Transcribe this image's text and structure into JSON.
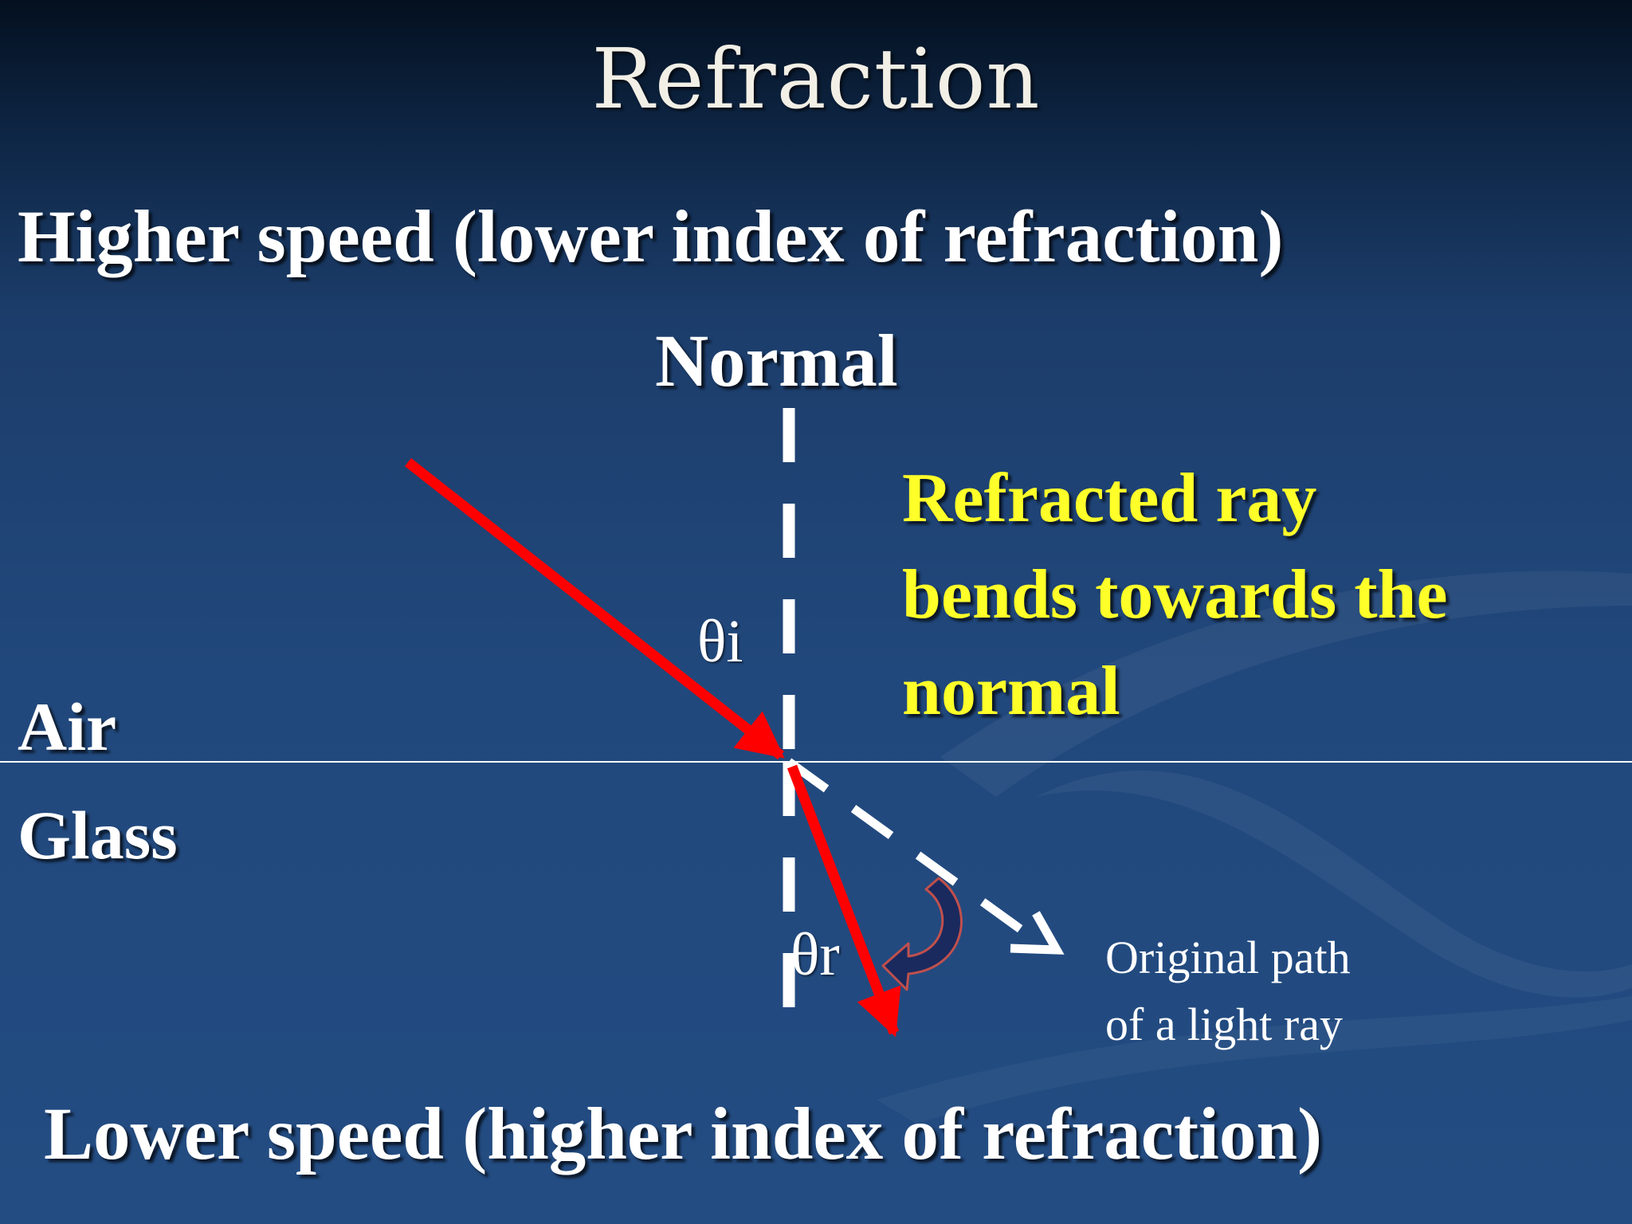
{
  "slide": {
    "title": "Refraction",
    "top_medium_caption": "Higher speed (lower index of refraction)",
    "bottom_medium_caption": "Lower speed (higher index of refraction)"
  },
  "diagram": {
    "normal_label": "Normal",
    "upper_medium": "Air",
    "lower_medium": "Glass",
    "incidence_angle_label": "θi",
    "refraction_angle_label": "θr",
    "callout_lines": [
      "Refracted ray",
      "bends towards the",
      "normal"
    ],
    "original_path_lines": [
      "Original path",
      "of  a light ray"
    ]
  },
  "colors": {
    "background": "#21487c",
    "ray": "#ff0000",
    "callout_text": "#ffff29",
    "normal_line": "#ffffff",
    "bend_arrow_fill": "#1a2a5e",
    "bend_arrow_outline": "#c0504d"
  }
}
